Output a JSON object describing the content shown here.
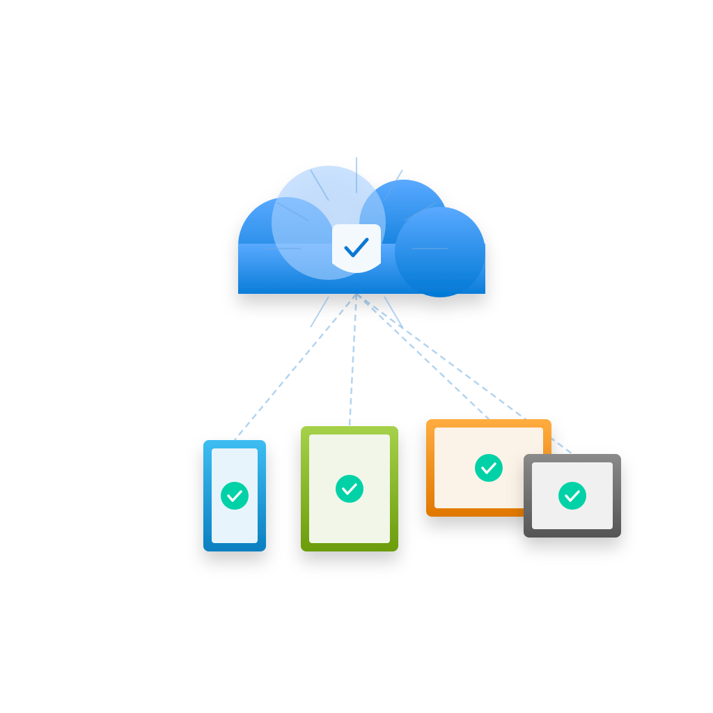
{
  "colors": {
    "cloud_top": "#4da3ff",
    "cloud_bottom": "#0078d4",
    "connector": "#b3d4f0",
    "check_badge": "#00d1a7",
    "phone": "#1ea6e6",
    "tablet": "#7cb518",
    "laptop": "#ff9a1f",
    "desktop": "#6b6b6b"
  },
  "icons": [
    "cloud-icon",
    "shield-check-icon",
    "phone-icon",
    "tablet-icon",
    "laptop-icon",
    "desktop-icon",
    "check-circle-icon"
  ],
  "devices": [
    {
      "type": "phone",
      "synced": true
    },
    {
      "type": "tablet",
      "synced": true
    },
    {
      "type": "laptop",
      "synced": true
    },
    {
      "type": "desktop",
      "synced": true
    }
  ]
}
